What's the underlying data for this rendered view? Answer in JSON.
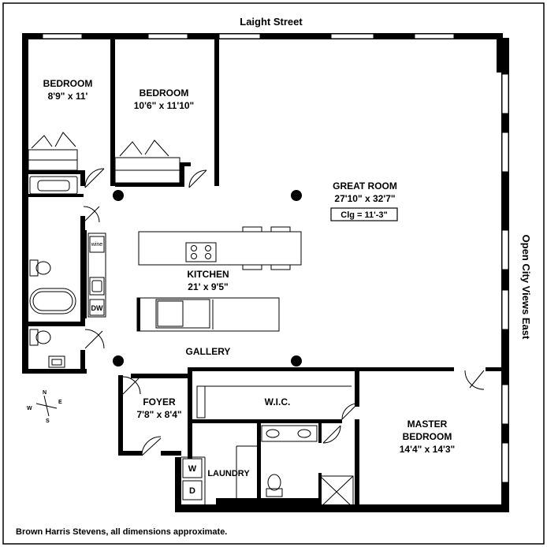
{
  "street_top": "Laight Street",
  "street_right": "Open City Views East",
  "footer": "Brown Harris Stevens, all dimensions approximate.",
  "rooms": {
    "bedroom1": {
      "name": "BEDROOM",
      "dims": "8'9\" x 11'"
    },
    "bedroom2": {
      "name": "BEDROOM",
      "dims": "10'6\" x 11'10\""
    },
    "great_room": {
      "name": "GREAT ROOM",
      "dims": "27'10\" x 32'7\"",
      "ceiling": "Clg = 11'-3\""
    },
    "kitchen": {
      "name": "KITCHEN",
      "dims": "21' x 9'5\""
    },
    "gallery": {
      "name": "GALLERY"
    },
    "foyer": {
      "name": "FOYER",
      "dims": "7'8\" x 8'4\""
    },
    "wic": {
      "name": "W.I.C."
    },
    "laundry": {
      "name": "LAUNDRY"
    },
    "master": {
      "name1": "MASTER",
      "name2": "BEDROOM",
      "dims": "14'4\" x 14'3\""
    }
  },
  "appliances": {
    "wine": "wine",
    "dw": "DW",
    "washer": "W",
    "dryer": "D"
  },
  "compass": {
    "n": "N",
    "s": "S",
    "e": "E",
    "w": "W"
  }
}
